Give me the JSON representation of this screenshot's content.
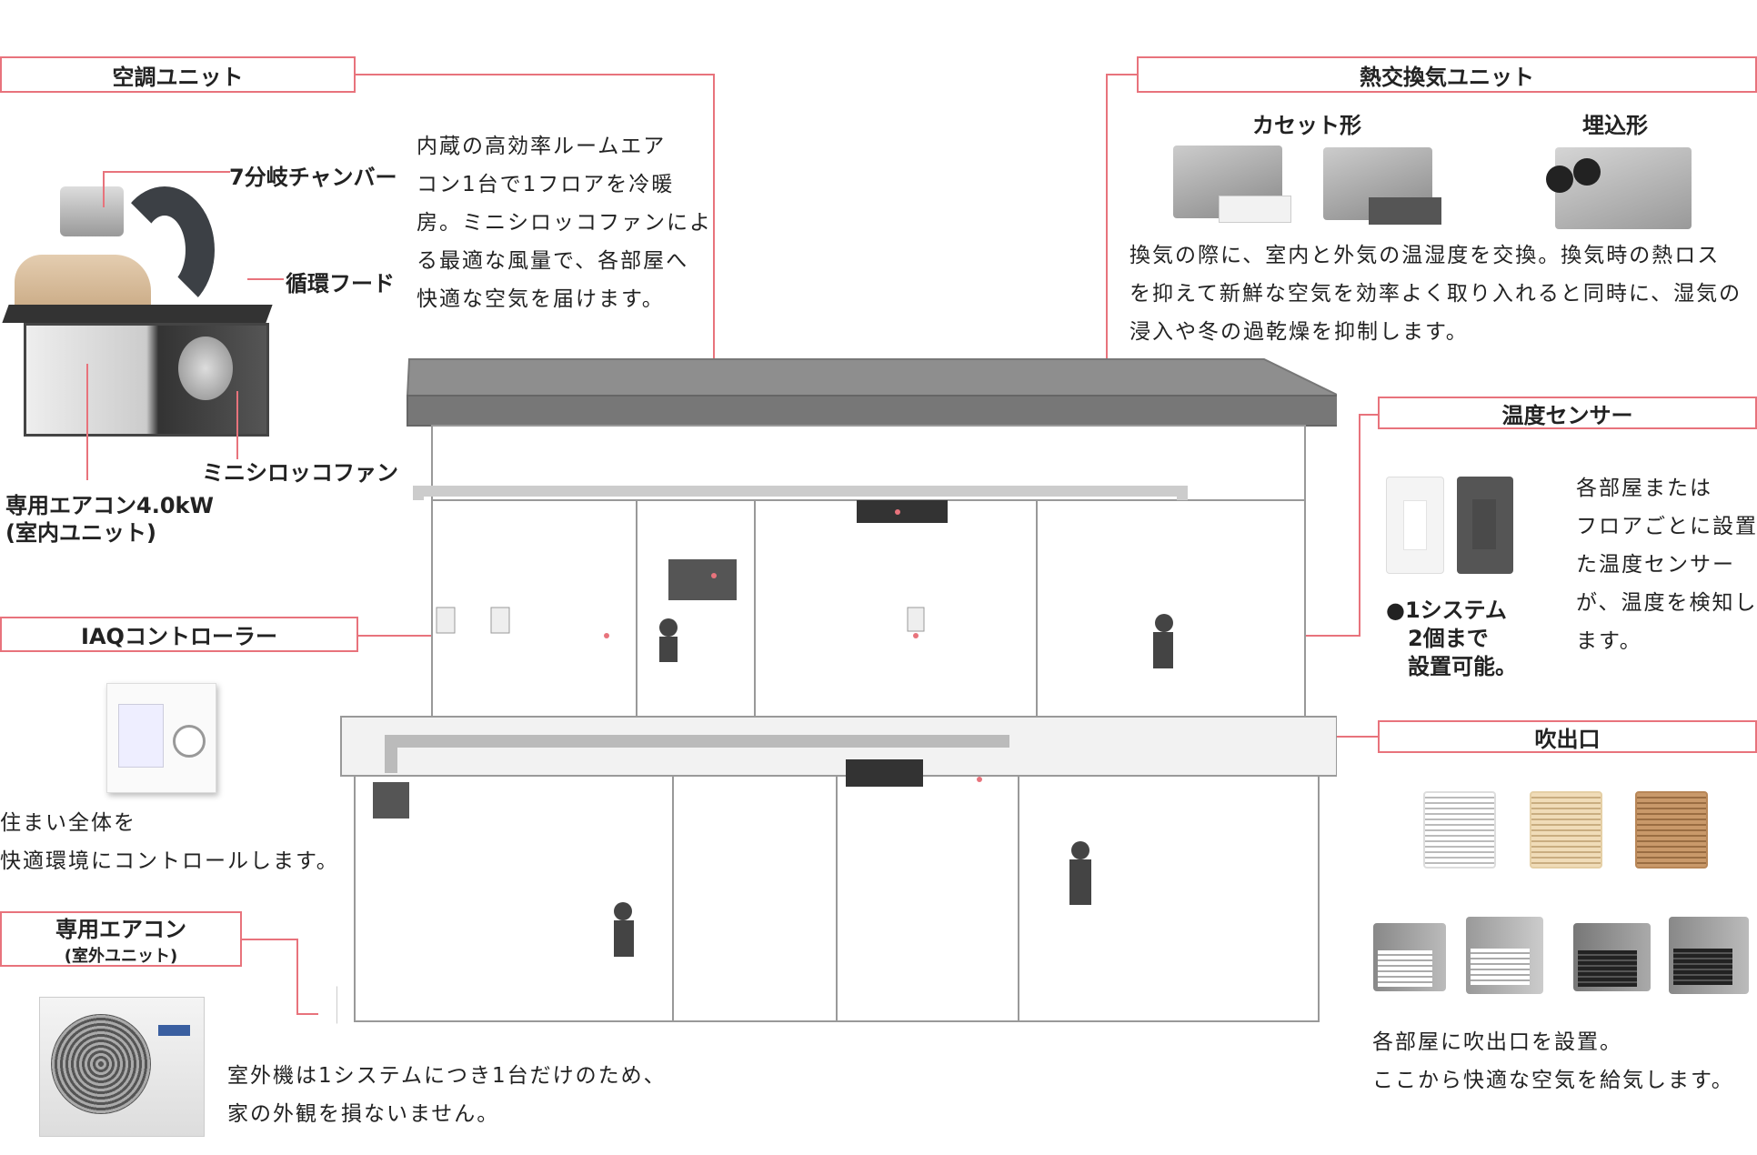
{
  "aircon_unit": {
    "title": "空調ユニット",
    "parts": [
      "7分岐チャンバー",
      "循環フード",
      "ミニシロッコファン"
    ],
    "indoor_label_line1": "専用エアコン4.0kW",
    "indoor_label_line2": "(室内ユニット)",
    "desc": [
      "内蔵の高効率ルームエア",
      "コン1台で1フロアを冷暖",
      "房。ミニシロッコファンによ",
      "る最適な風量で、各部屋へ",
      "快適な空気を届けます。"
    ]
  },
  "iaq": {
    "title": "IAQコントローラー",
    "desc": [
      "住まい全体を",
      "快適環境にコントロールします。"
    ]
  },
  "outdoor": {
    "title": "専用エアコン",
    "subtitle": "(室外ユニット)",
    "desc": [
      "室外機は1システムにつき1台だけのため、",
      "家の外観を損ないません。"
    ]
  },
  "heat_exchange": {
    "title": "熱交換気ユニット",
    "types": [
      "カセット形",
      "埋込形"
    ],
    "desc": [
      "換気の際に、室内と外気の温湿度を交換。換気時の熱ロス",
      "を抑えて新鮮な空気を効率よく取り入れると同時に、湿気の",
      "浸入や冬の過乾燥を抑制します。"
    ]
  },
  "sensor": {
    "title": "温度センサー",
    "note": [
      "●1システム",
      "2個まで",
      "設置可能。"
    ],
    "desc": [
      "各部屋または",
      "フロアごとに設置し",
      "た温度センサー",
      "が、温度を検知し",
      "ます。"
    ]
  },
  "outlet": {
    "title": "吹出口",
    "desc": [
      "各部屋に吹出口を設置。",
      "ここから快適な空気を給気します。"
    ]
  },
  "colors": {
    "accent": "#e8737c"
  }
}
